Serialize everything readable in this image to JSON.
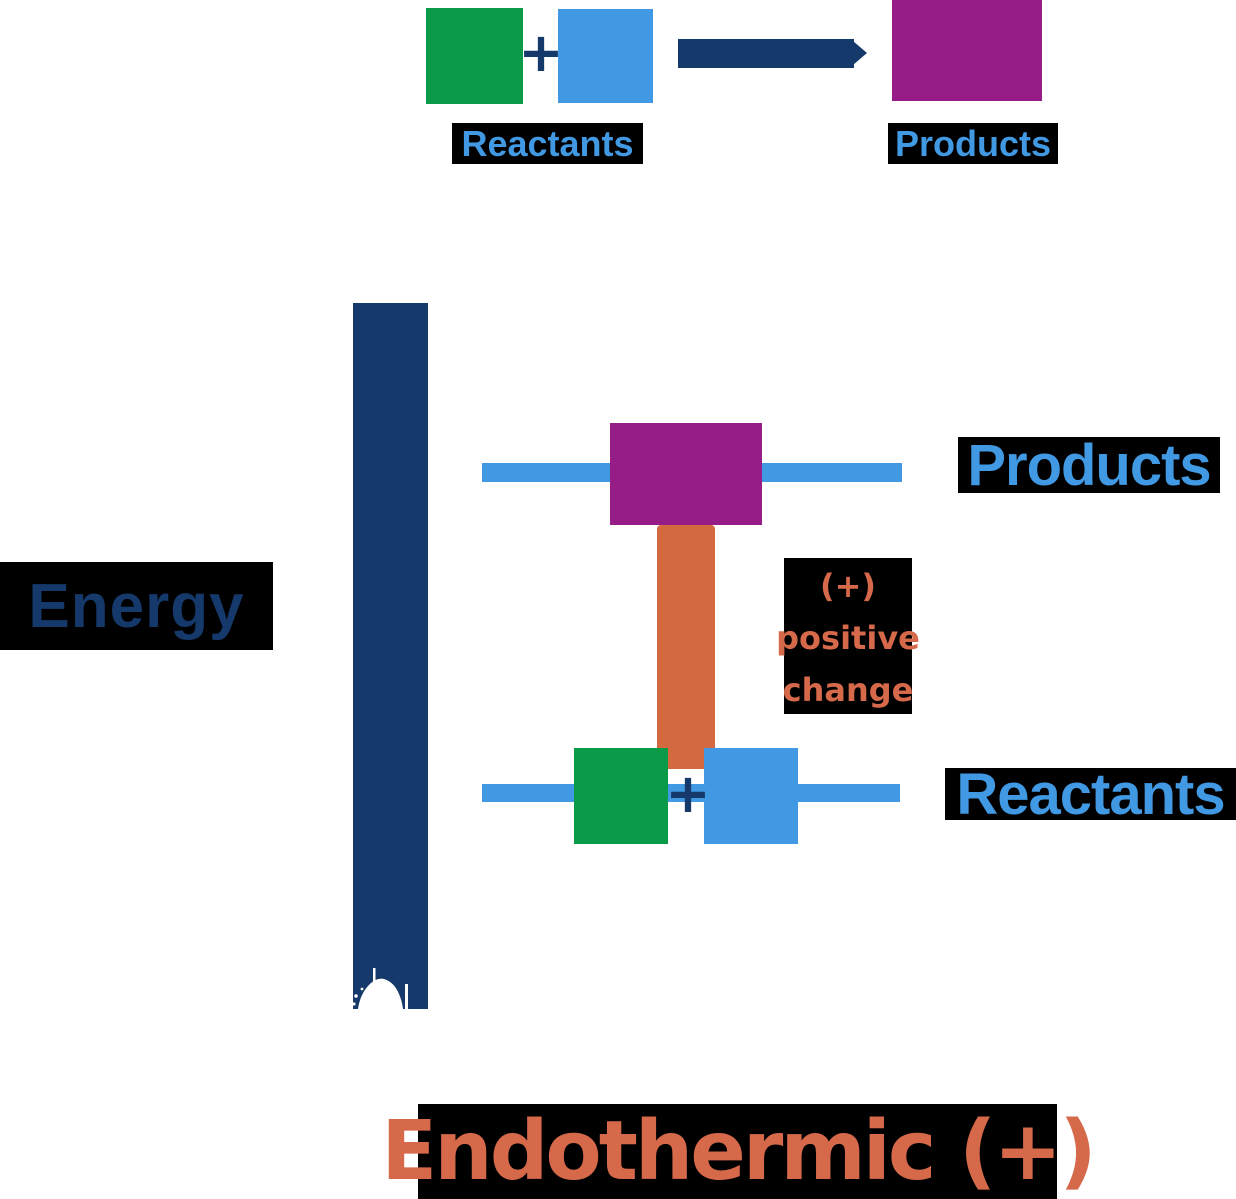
{
  "colors": {
    "navy": "#15396B",
    "blue": "#4099E2",
    "green": "#0B9A48",
    "purple": "#961C87",
    "orange_bar": "#D4683F",
    "orange_text": "#D5694A",
    "label_bg": "#000000",
    "background": "#FFFFFF"
  },
  "equation": {
    "plus": "+",
    "reactants_label": "Reactants",
    "products_label": "Products"
  },
  "axis": {
    "label": "Energy"
  },
  "products_level": {
    "label": "Products"
  },
  "reactants_level": {
    "label": "Reactants",
    "plus": "+"
  },
  "energy_change": {
    "sign": "(+)",
    "word1": "positive",
    "word2": "change"
  },
  "footer": {
    "title": "Endothermic (+)"
  }
}
